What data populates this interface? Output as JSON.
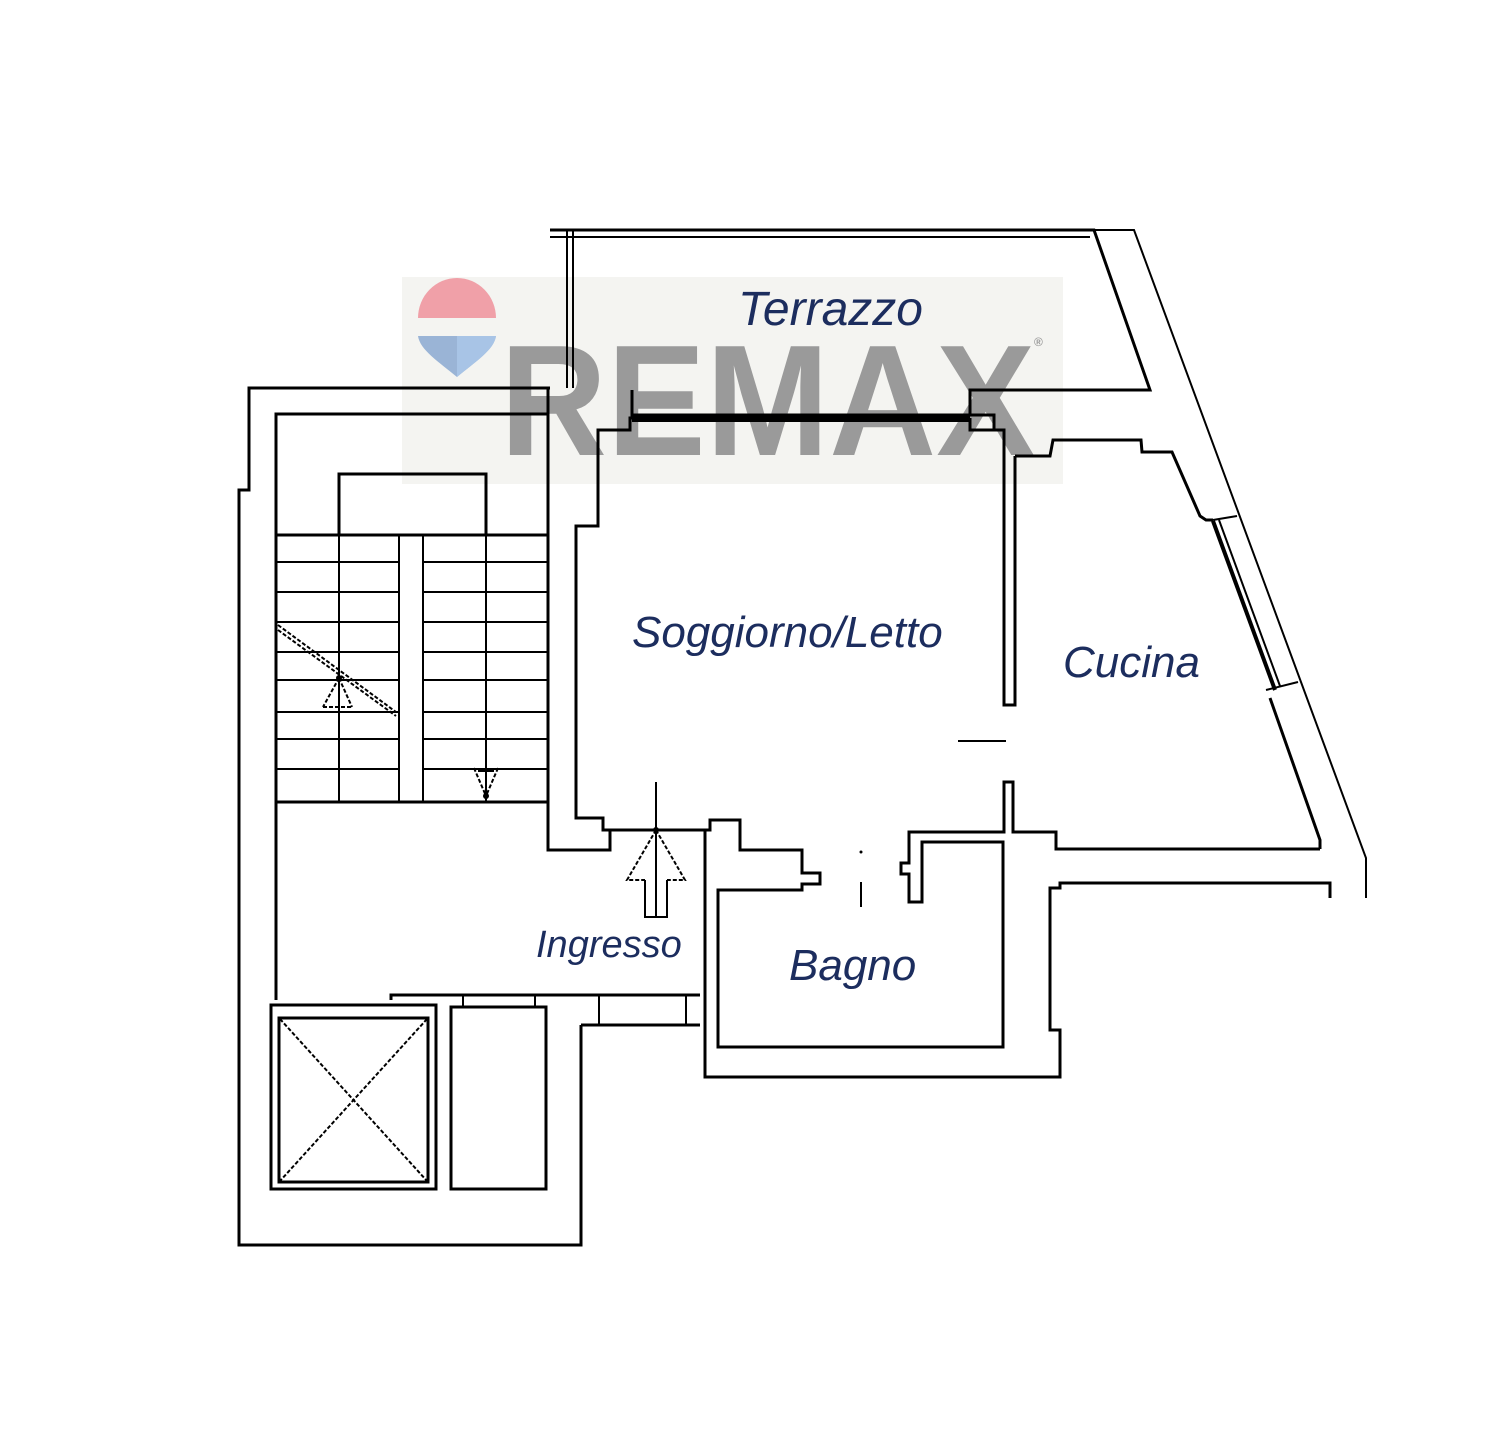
{
  "watermark": {
    "brand_text": "REMAX",
    "registered_mark": "®",
    "text_color": "#9a9a9a",
    "panel_color": "#f4f4f1",
    "balloon_top_color": "#f0a0a8",
    "balloon_bottom_color": "#9ab4d6",
    "icon": "hot-air-balloon-icon"
  },
  "rooms": [
    {
      "id": "terrazzo",
      "label": "Terrazzo"
    },
    {
      "id": "soggiorno-letto",
      "label": "Soggiorno/Letto"
    },
    {
      "id": "cucina",
      "label": "Cucina"
    },
    {
      "id": "ingresso",
      "label": "Ingresso"
    },
    {
      "id": "bagno",
      "label": "Bagno"
    }
  ],
  "symbols": {
    "entrance_arrow": "entrance-arrow-icon",
    "stair_up_arrow": "stair-up-arrow-icon",
    "stair_down_arrow": "stair-down-arrow-icon",
    "elevator": "elevator-shaft-icon"
  },
  "colors": {
    "label": "#1c2d5e",
    "wall": "#000000",
    "background": "#ffffff"
  }
}
